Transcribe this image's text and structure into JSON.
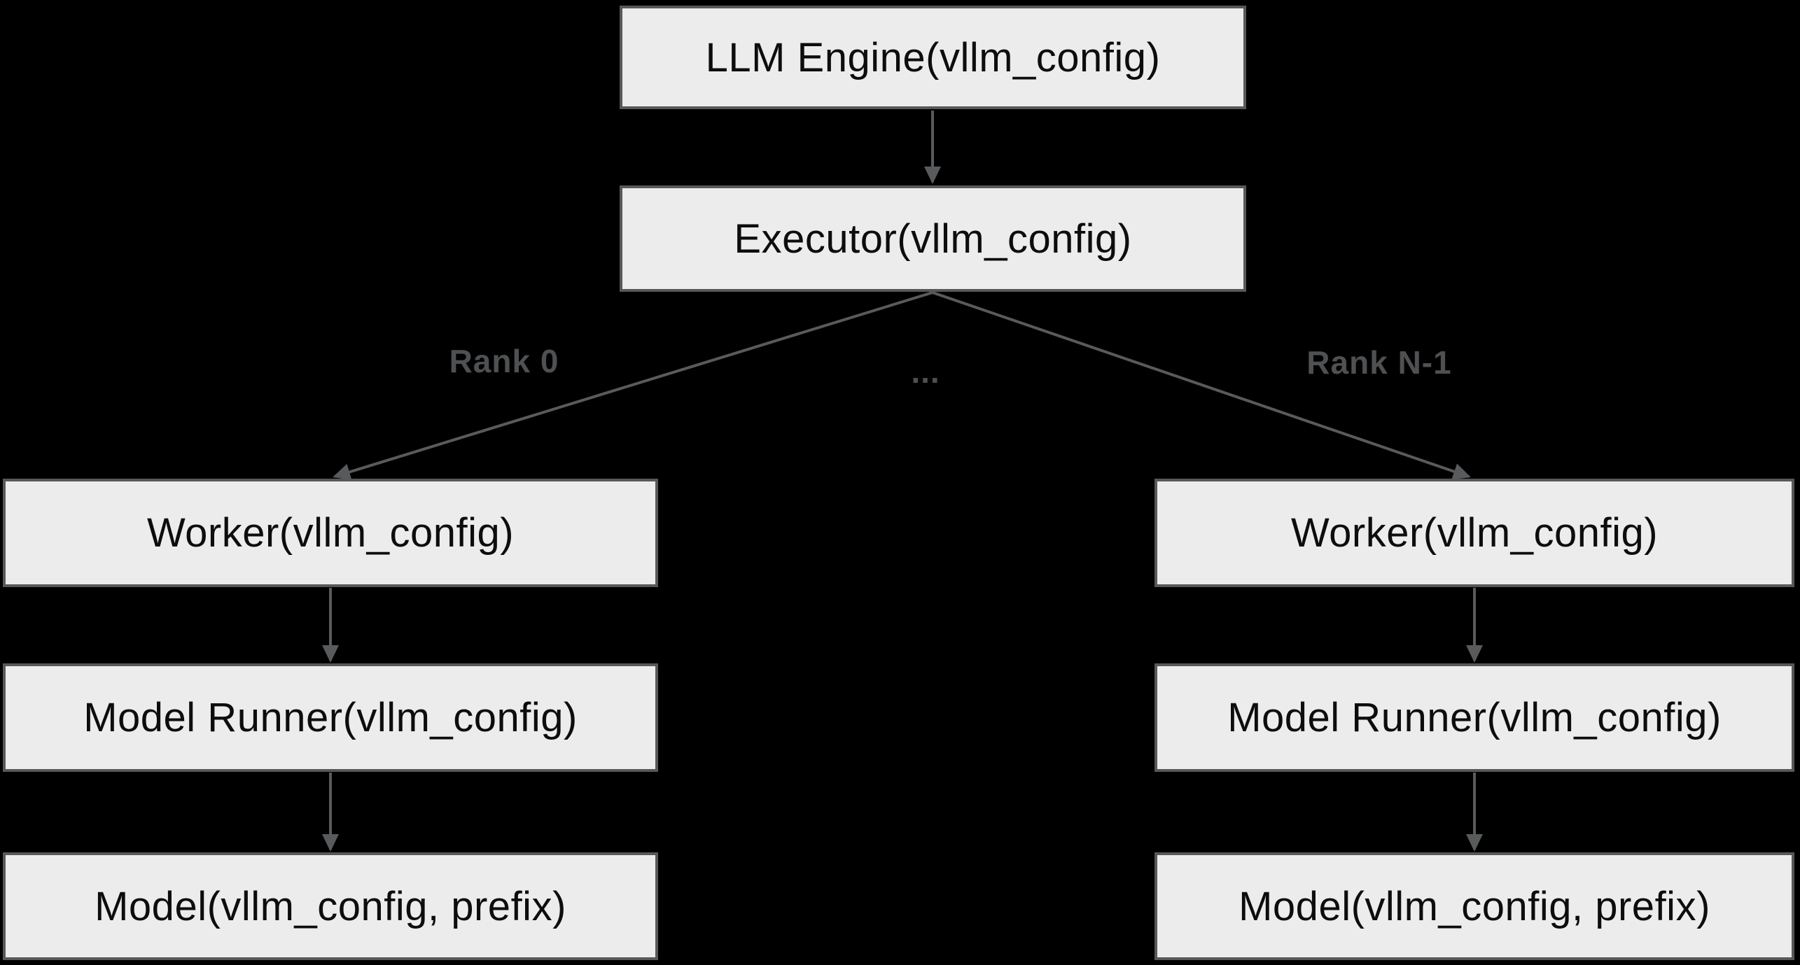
{
  "diagram": {
    "colors": {
      "background": "#000000",
      "node_fill": "#ececec",
      "node_border": "#58585a",
      "node_text": "#0d0d0d",
      "edge_color": "#595a5c",
      "edge_label_color": "#4e5052"
    },
    "nodes": {
      "llm_engine": {
        "label": "LLM Engine(vllm_config)"
      },
      "executor": {
        "label": "Executor(vllm_config)"
      },
      "worker_left": {
        "label": "Worker(vllm_config)"
      },
      "worker_right": {
        "label": "Worker(vllm_config)"
      },
      "model_runner_left": {
        "label": "Model Runner(vllm_config)"
      },
      "model_runner_right": {
        "label": "Model Runner(vllm_config)"
      },
      "model_left": {
        "label": "Model(vllm_config, prefix)"
      },
      "model_right": {
        "label": "Model(vllm_config, prefix)"
      }
    },
    "edge_labels": {
      "rank_0": "Rank 0",
      "ellipsis": "...",
      "rank_n_1": "Rank N-1"
    }
  }
}
